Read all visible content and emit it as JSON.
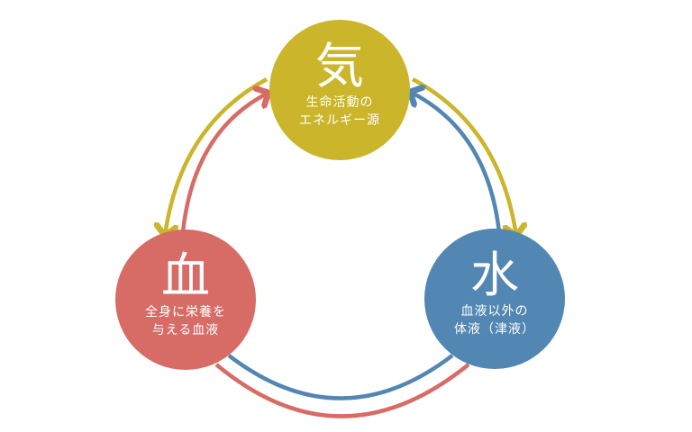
{
  "colors": {
    "ki": "#cbb52b",
    "blood": "#d76b66",
    "water": "#5286b3"
  },
  "nodes": {
    "ki": {
      "char": "気",
      "line1": "生命活動の",
      "line2": "エネルギー源"
    },
    "blood": {
      "char": "血",
      "line1": "全身に栄養を",
      "line2": "与える血液"
    },
    "water": {
      "char": "水",
      "line1": "血液以外の",
      "line2": "体液（津液）"
    }
  }
}
